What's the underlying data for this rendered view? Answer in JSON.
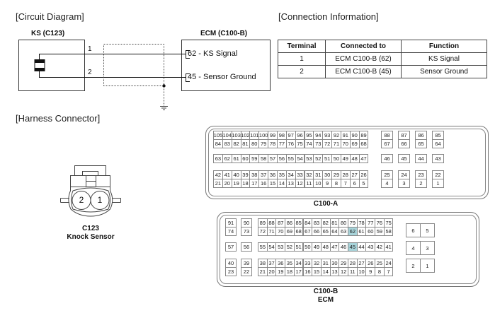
{
  "sections": {
    "circuit": "[Circuit Diagram]",
    "connection": "[Connection Information]",
    "harness": "[Harness Connector]"
  },
  "circuit": {
    "sensor_label": "KS (C123)",
    "ecm_label": "ECM (C100-B)",
    "wire1_num": "1",
    "wire2_num": "2",
    "pin1_label": "62 - KS Signal",
    "pin2_label": "45 - Sensor Ground"
  },
  "connection_table": {
    "headers": [
      "Terminal",
      "Connected to",
      "Function"
    ],
    "rows": [
      [
        "1",
        "ECM C100-B (62)",
        "KS Signal"
      ],
      [
        "2",
        "ECM C100-B (45)",
        "Sensor Ground"
      ]
    ]
  },
  "harness": {
    "c123": {
      "pin_left": "2",
      "pin_right": "1",
      "name": "C123",
      "desc": "Knock Sensor"
    },
    "c100a": {
      "name": "C100-A",
      "main_rows": [
        [
          "105",
          "104",
          "103",
          "102",
          "101",
          "100",
          "99",
          "98",
          "97",
          "96",
          "95",
          "94",
          "93",
          "92",
          "91",
          "90",
          "89"
        ],
        [
          "84",
          "83",
          "82",
          "81",
          "80",
          "79",
          "78",
          "77",
          "76",
          "75",
          "74",
          "73",
          "72",
          "71",
          "70",
          "69",
          "68"
        ],
        [
          "63",
          "62",
          "61",
          "60",
          "59",
          "58",
          "57",
          "56",
          "55",
          "54",
          "53",
          "52",
          "51",
          "50",
          "49",
          "48",
          "47"
        ],
        [
          "42",
          "41",
          "40",
          "39",
          "38",
          "37",
          "36",
          "35",
          "34",
          "33",
          "32",
          "31",
          "30",
          "29",
          "28",
          "27",
          "26"
        ],
        [
          "21",
          "20",
          "19",
          "18",
          "17",
          "16",
          "15",
          "14",
          "13",
          "12",
          "11",
          "10",
          "9",
          "8",
          "7",
          "6",
          "5"
        ]
      ],
      "side_cols": [
        [
          "88",
          "67",
          "46",
          "25",
          "4"
        ],
        [
          "87",
          "66",
          "45",
          "24",
          "3"
        ],
        [
          "86",
          "65",
          "44",
          "23",
          "2"
        ],
        [
          "85",
          "64",
          "43",
          "22",
          "1"
        ]
      ]
    },
    "c100b": {
      "name": "C100-B",
      "desc": "ECM",
      "left_cols": [
        [
          "91",
          "74",
          "57",
          "40",
          "23"
        ],
        [
          "90",
          "73",
          "56",
          "39",
          "22"
        ]
      ],
      "main_rows": [
        [
          "89",
          "88",
          "87",
          "86",
          "85",
          "84",
          "83",
          "82",
          "81",
          "80",
          "79",
          "78",
          "77",
          "76",
          "75"
        ],
        [
          "72",
          "71",
          "70",
          "69",
          "68",
          "67",
          "66",
          "65",
          "64",
          "63",
          "62",
          "61",
          "60",
          "59",
          "58"
        ],
        [
          "55",
          "54",
          "53",
          "52",
          "51",
          "50",
          "49",
          "48",
          "47",
          "46",
          "45",
          "44",
          "43",
          "42",
          "41"
        ],
        [
          "38",
          "37",
          "36",
          "35",
          "34",
          "33",
          "32",
          "31",
          "30",
          "29",
          "28",
          "27",
          "26",
          "25",
          "24"
        ],
        [
          "21",
          "20",
          "19",
          "18",
          "17",
          "16",
          "15",
          "14",
          "13",
          "12",
          "11",
          "10",
          "9",
          "8",
          "7"
        ]
      ],
      "right_pairs": [
        [
          "6",
          "5"
        ],
        [
          "4",
          "3"
        ],
        [
          "2",
          "1"
        ]
      ],
      "highlighted": [
        "62",
        "45"
      ],
      "highlight_color": "#a8d4da"
    }
  }
}
